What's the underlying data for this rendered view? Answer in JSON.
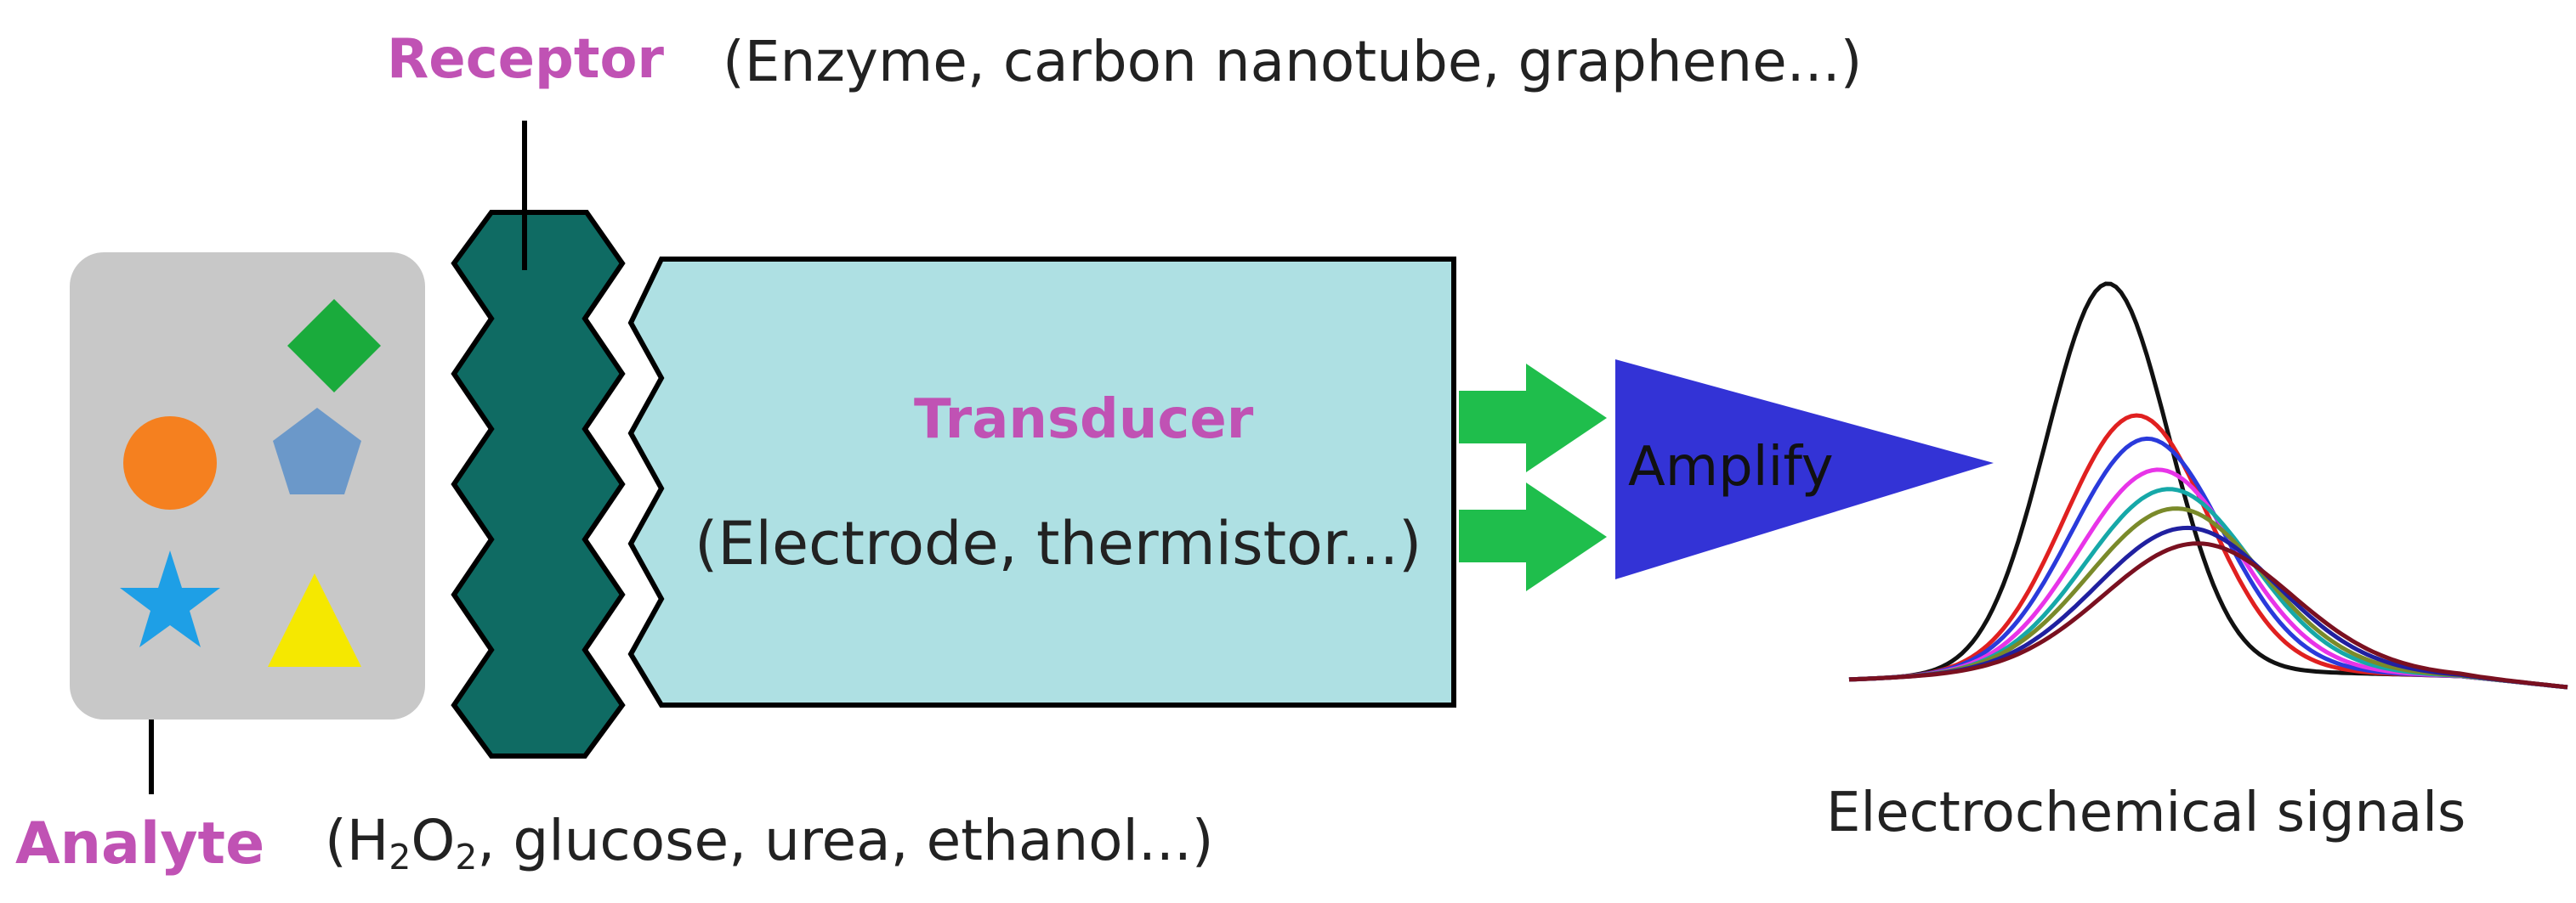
{
  "receptor": {
    "title": "Receptor",
    "examples": "(Enzyme, carbon nanotube, graphene...)"
  },
  "transducer": {
    "title": "Transducer",
    "examples": "(Electrode, thermistor...)"
  },
  "amplifier": {
    "label": "Amplify"
  },
  "analyte": {
    "title": "Analyte",
    "examples_prefix": "(H",
    "examples_sub1": "2",
    "examples_mid": "O",
    "examples_sub2": "2",
    "examples_suffix": ", glucose, urea, ethanol...)",
    "shapes": [
      {
        "shape": "diamond",
        "color": "#1aab3c"
      },
      {
        "shape": "circle",
        "color": "#f5801f"
      },
      {
        "shape": "pentagon",
        "color": "#6b98c9"
      },
      {
        "shape": "star",
        "color": "#1e9fe6"
      },
      {
        "shape": "triangle",
        "color": "#f5e800"
      }
    ]
  },
  "output": {
    "label": "Electrochemical signals"
  },
  "colors": {
    "title_magenta": "#c052b4",
    "analyte_box": "#c8c8c8",
    "receptor": "#0f6b63",
    "transducer": "#aee0e3",
    "arrow_green": "#1fbe4c",
    "amplifier_blue": "#3333d6"
  },
  "signal_curves": [
    {
      "color": "#111111",
      "peak_pos": 0.36,
      "peak_height": 1.0,
      "width": 0.085
    },
    {
      "color": "#e02020",
      "peak_pos": 0.4,
      "peak_height": 0.66,
      "width": 0.1
    },
    {
      "color": "#2a3adb",
      "peak_pos": 0.415,
      "peak_height": 0.6,
      "width": 0.105
    },
    {
      "color": "#e834e8",
      "peak_pos": 0.43,
      "peak_height": 0.52,
      "width": 0.11
    },
    {
      "color": "#16a8a8",
      "peak_pos": 0.445,
      "peak_height": 0.47,
      "width": 0.115
    },
    {
      "color": "#7a8a2a",
      "peak_pos": 0.455,
      "peak_height": 0.42,
      "width": 0.12
    },
    {
      "color": "#2020a0",
      "peak_pos": 0.47,
      "peak_height": 0.37,
      "width": 0.125
    },
    {
      "color": "#7a1020",
      "peak_pos": 0.485,
      "peak_height": 0.33,
      "width": 0.13
    }
  ]
}
